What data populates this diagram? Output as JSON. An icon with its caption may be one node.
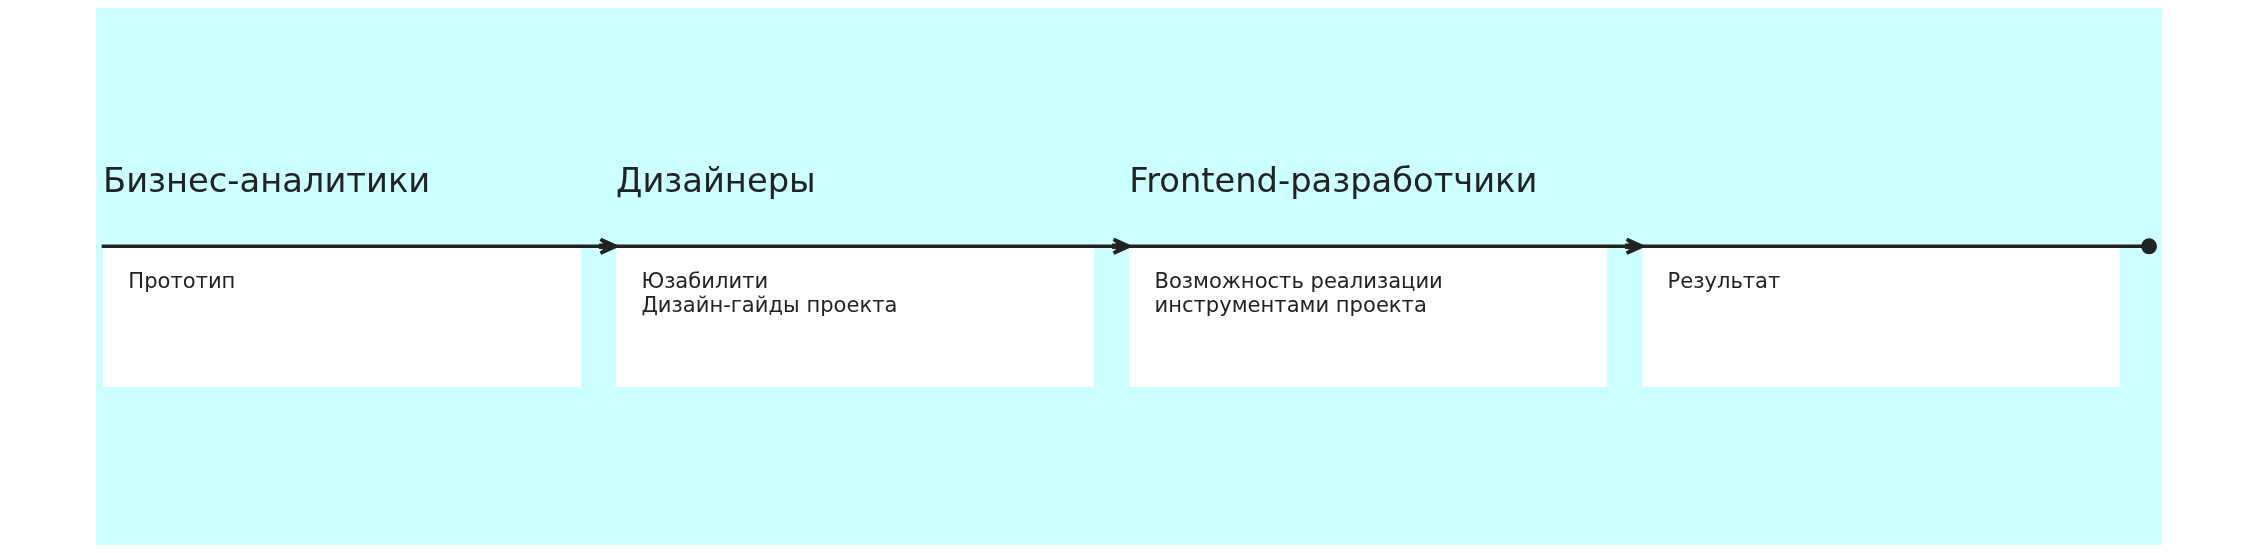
{
  "diagram": {
    "nodes": [
      {
        "text": [
          "Бизнес-аналитики",
          "Прототип"
        ]
      },
      {
        "text": [
          "Дизайнеры",
          "Юзабилити",
          "Дизайн-гайды проекта"
        ]
      },
      {
        "text": [
          "Frontend-разработчики",
          "Возможность реализации инструментами проекта"
        ]
      },
      {
        "text": [
          "Результат"
        ]
      }
    ],
    "edges": [
      {
        "from": 0,
        "to": 1,
        "arrow": "to"
      },
      {
        "from": 1,
        "to": 2,
        "arrow": "to"
      },
      {
        "from": 2,
        "to": 3,
        "arrow": "to"
      },
      {
        "from": 3,
        "to": null,
        "arrow": "other"
      }
    ]
  }
}
